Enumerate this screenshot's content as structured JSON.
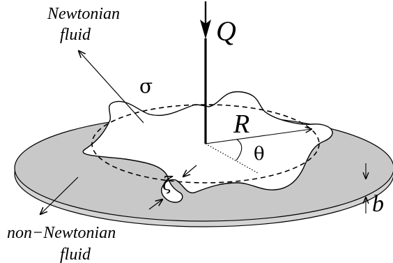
{
  "labels": {
    "newtonian_line1": "Newtonian",
    "newtonian_line2": "fluid",
    "non_newtonian_line1": "non−Newtonian",
    "non_newtonian_line2": "fluid",
    "flow_rate": "Q",
    "surface_tension": "σ",
    "radius": "R",
    "angle": "θ",
    "perturbation": "ζ",
    "gap": "b"
  },
  "colors": {
    "plate_fill": "#c8c8c8",
    "plate_edge": "#d4d4d4",
    "ink": "#000000",
    "inner_fluid": "#ffffff"
  }
}
